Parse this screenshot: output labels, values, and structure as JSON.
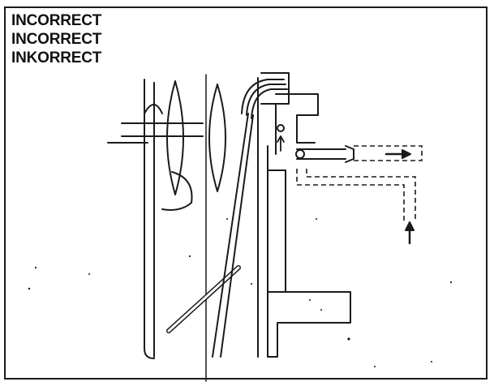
{
  "labels": {
    "line1": "INCORRECT",
    "line2": "INCORRECT",
    "line3": "INKORRECT"
  },
  "colors": {
    "ink": "#1a1a1a",
    "paper": "#ffffff"
  },
  "icons": {
    "flow_arrow_right": "arrow-right-icon",
    "flow_arrow_up_inlet": "arrow-up-icon",
    "flow_arrow_up_passage": "arrow-up-icon"
  }
}
